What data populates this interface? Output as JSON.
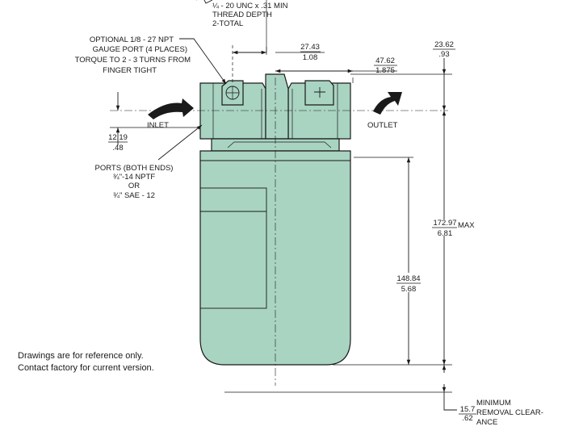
{
  "callouts": {
    "thread_line1": "¼ - 20 UNC x .31 MIN",
    "thread_line2": "THREAD DEPTH",
    "thread_line3": "2-TOTAL",
    "gauge_line1": "OPTIONAL 1/8 - 27 NPT",
    "gauge_line2": "GAUGE PORT (4 PLACES)",
    "gauge_line3": "TORQUE TO 2 - 3 TURNS FROM",
    "gauge_line4": "FINGER TIGHT",
    "inlet": "INLET",
    "outlet": "OUTLET",
    "ports_line1": "PORTS (BOTH ENDS)",
    "ports_line2": "¾\"-14 NPTF",
    "ports_line3": "OR",
    "ports_line4": "¾\" SAE - 12",
    "max_suffix": "MAX",
    "clearance_line1": "MINIMUM",
    "clearance_line2": "REMOVAL CLEAR-",
    "clearance_line3": "ANCE"
  },
  "dimensions": {
    "d1_mm": "27.43",
    "d1_in": "1.08",
    "d2_mm": "47.62",
    "d2_in": "1.875",
    "d3_mm": "23.62",
    "d3_in": ".93",
    "d4_mm": "12.19",
    "d4_in": ".48",
    "d5_mm": "172.97",
    "d5_in": "6.81",
    "d6_mm": "148.84",
    "d6_in": "5.68",
    "d7_mm": "15.7",
    "d7_in": ".62"
  },
  "disclaimer": {
    "line1": "Drawings are for reference only.",
    "line2": "Contact factory for current version."
  },
  "colors": {
    "body_fill": "#a9d4c2",
    "line": "#1a1a1a"
  }
}
